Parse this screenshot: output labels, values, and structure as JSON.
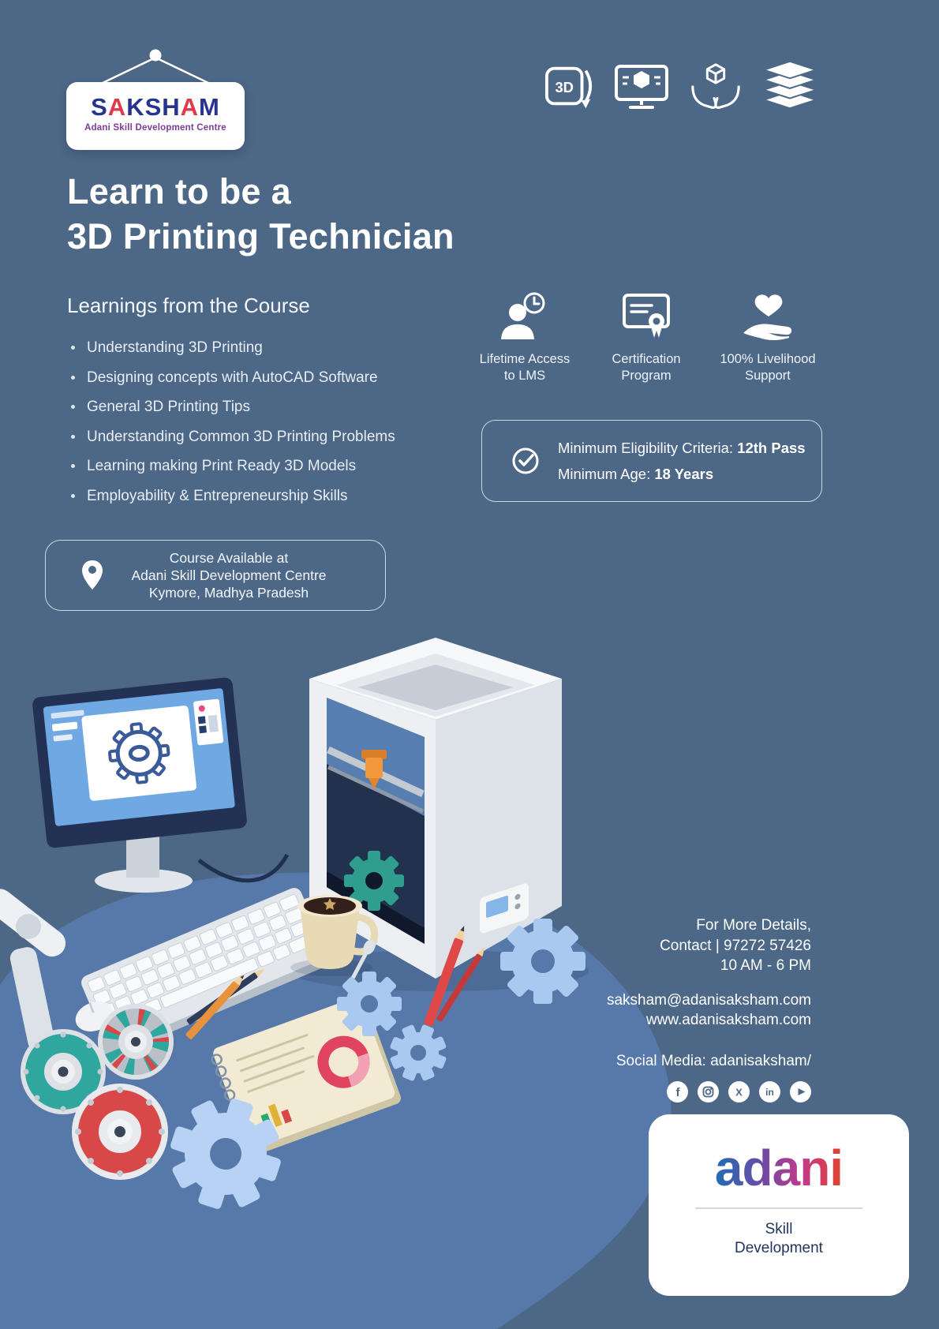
{
  "colors": {
    "background": "#4d6787",
    "blob": "#5679a9",
    "saksham_blue": "#27348f",
    "saksham_red": "#e0394b",
    "saksham_subtitle_purple": "#7d3a96",
    "adani_gradient": [
      "#1f6cb5",
      "#6f4aa5",
      "#c3398a",
      "#e04330"
    ]
  },
  "logo": {
    "title": "SAKSHAM",
    "subtitle": "Adani Skill Development Centre"
  },
  "top_icons": {
    "badge_text": "3D",
    "names": [
      "3d-badge-icon",
      "monitor-3d-icon",
      "hands-cube-icon",
      "layers-stack-icon"
    ]
  },
  "heading": {
    "line1": "Learn to be a",
    "line2": "3D Printing Technician"
  },
  "learnings": {
    "title": "Learnings from the Course",
    "items": [
      "Understanding 3D Printing",
      "Designing concepts with AutoCAD Software",
      "General 3D Printing Tips",
      "Understanding Common 3D Printing Problems",
      "Learning making Print Ready 3D Models",
      "Employability & Entrepreneurship Skills"
    ]
  },
  "features": [
    {
      "icon": "clock-user-icon",
      "line1": "Lifetime Access",
      "line2": "to LMS"
    },
    {
      "icon": "certificate-icon",
      "line1": "Certification",
      "line2": "Program"
    },
    {
      "icon": "hand-heart-icon",
      "line1": "100% Livelihood",
      "line2": "Support"
    }
  ],
  "eligibility": {
    "criteria_label": "Minimum Eligibility Criteria: ",
    "criteria_value": "12th Pass",
    "age_label": "Minimum Age: ",
    "age_value": "18 Years"
  },
  "location": {
    "line1": "Course Available at",
    "line2": "Adani Skill Development Centre",
    "line3": "Kymore, Madhya Pradesh"
  },
  "contact": {
    "line1": "For More Details,",
    "line2": "Contact | 97272 57426",
    "line3": "10 AM - 6 PM",
    "email": "saksham@adanisaksham.com",
    "website": "www.adanisaksham.com"
  },
  "social": {
    "label": "Social Media: adanisaksham/",
    "platforms": [
      "facebook",
      "instagram",
      "x",
      "linkedin",
      "youtube"
    ],
    "glyphs": {
      "facebook": "f",
      "x": "X",
      "linkedin": "in"
    }
  },
  "footer_logo": {
    "brand": "adani",
    "sub_line1": "Skill",
    "sub_line2": "Development"
  }
}
